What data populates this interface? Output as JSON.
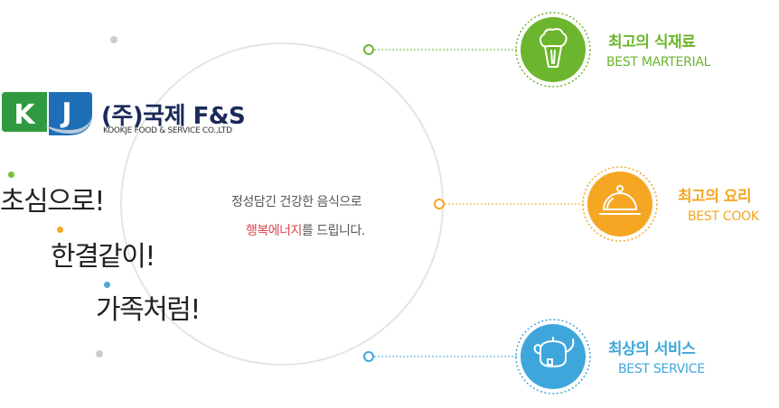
{
  "brand": {
    "logo_letters": "KJ",
    "company_name": "(주)국제 F&S",
    "company_name_en": "KOOKJE FOOD & SERVICE CO.,LTD"
  },
  "slogans": [
    {
      "text": "초심으로!",
      "dot_color": "#7cc13a"
    },
    {
      "text": "한결같이!",
      "dot_color": "#f5a623"
    },
    {
      "text": "가족처럼!",
      "dot_color": "#4aaad9"
    }
  ],
  "center": {
    "line1": "정성담긴 건강한 음식으로",
    "line2_highlight": "행복에너지",
    "line2_rest": "를 드립니다."
  },
  "features": [
    {
      "title": "최고의 식재료",
      "subtitle": "BEST MARTERIAL",
      "color": "#6cb52e",
      "icon": "vegetable-icon"
    },
    {
      "title": "최고의 요리",
      "subtitle": "BEST COOK",
      "color": "#f5a623",
      "icon": "cloche-icon"
    },
    {
      "title": "최상의 서비스",
      "subtitle": "BEST SERVICE",
      "color": "#3fa6dc",
      "icon": "teapot-icon"
    }
  ]
}
